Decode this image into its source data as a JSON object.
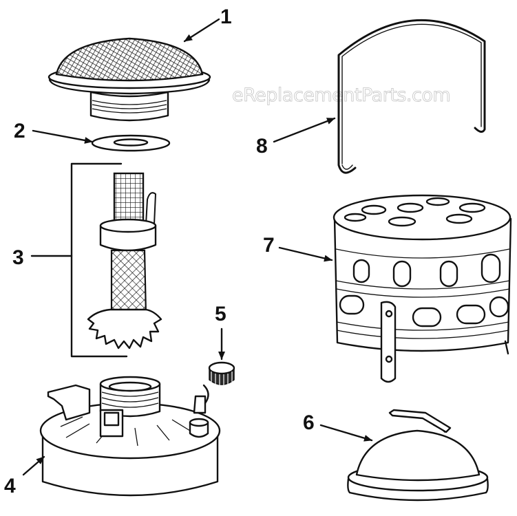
{
  "watermark": "eReplacementParts.com",
  "callouts": [
    {
      "id": "1",
      "label": "1"
    },
    {
      "id": "2",
      "label": "2"
    },
    {
      "id": "3",
      "label": "3"
    },
    {
      "id": "4",
      "label": "4"
    },
    {
      "id": "5",
      "label": "5"
    },
    {
      "id": "6",
      "label": "6"
    },
    {
      "id": "7",
      "label": "7"
    },
    {
      "id": "8",
      "label": "8"
    }
  ],
  "colors": {
    "ink": "#111111",
    "paper": "#ffffff",
    "watermark_outline": "#c4c4c4"
  }
}
